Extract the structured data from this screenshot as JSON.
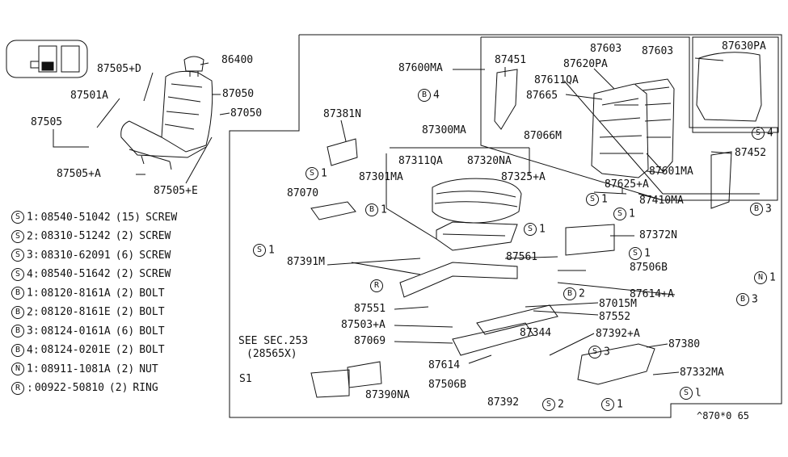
{
  "parts": {
    "p86400": "86400",
    "p87505d": "87505+D",
    "p87050a": "87050",
    "p87050b": "87050",
    "p87501a": "87501A",
    "p87505": "87505",
    "p87505a": "87505+A",
    "p87505e": "87505+E",
    "p87381n": "87381N",
    "p87300ma": "87300MA",
    "p87311qa": "87311QA",
    "p87320na": "87320NA",
    "p87301ma": "87301MA",
    "p87325a": "87325+A",
    "p87070": "87070",
    "p87391m": "87391M",
    "p87551": "87551",
    "p87503a": "87503+A",
    "p87069": "87069",
    "p87614": "87614",
    "p87506b_low": "87506B",
    "p87392": "87392",
    "p87344": "87344",
    "p87392a": "87392+A",
    "p87380": "87380",
    "p87332ma": "87332MA",
    "p87552": "87552",
    "p87015m": "87015M",
    "p87614a": "87614+A",
    "p87506b": "87506B",
    "p87561": "87561",
    "p87372n": "87372N",
    "p87600ma": "87600MA",
    "p87451": "87451",
    "p87603a": "87603",
    "p87603b": "87603",
    "p87620pa": "87620PA",
    "p87611qa": "87611QA",
    "p87665": "87665",
    "p87066m": "87066M",
    "p87601ma": "87601MA",
    "p87625a": "87625+A",
    "p87410ma": "87410MA",
    "p87630pa": "87630PA",
    "p87452": "87452",
    "p87390na": "87390NA",
    "see_sec": "SEE SEC.253",
    "see_sec_sub": "(28565X)"
  },
  "callouts": {
    "s1_a": {
      "sym": "S",
      "num": "1"
    },
    "s1_b": {
      "sym": "S",
      "num": "1"
    },
    "s1_c": {
      "sym": "S",
      "num": "1"
    },
    "s1_d": {
      "sym": "S",
      "num": "1"
    },
    "s1_e": {
      "sym": "S",
      "num": "1"
    },
    "s1_f": {
      "sym": "S",
      "num": "1"
    },
    "s1_g": {
      "sym": "S",
      "num": "l"
    },
    "s2_a": {
      "sym": "S",
      "num": "2"
    },
    "s3_a": {
      "sym": "S",
      "num": "3"
    },
    "s4_a": {
      "sym": "S",
      "num": "4"
    },
    "b1_a": {
      "sym": "B",
      "num": "1"
    },
    "b2_a": {
      "sym": "B",
      "num": "2"
    },
    "b3_a": {
      "sym": "B",
      "num": "3"
    },
    "b3_b": {
      "sym": "B",
      "num": "3"
    },
    "b4_a": {
      "sym": "B",
      "num": "4"
    },
    "n1_a": {
      "sym": "N",
      "num": "1"
    },
    "r_a": {
      "sym": "R",
      "num": ""
    },
    "s1_plain": "S1"
  },
  "legend": [
    {
      "sym": "S",
      "num": "1",
      "code": "08540-51042",
      "qty": "(15)",
      "name": "SCREW"
    },
    {
      "sym": "S",
      "num": "2",
      "code": "08310-51242",
      "qty": "(2)",
      "name": "SCREW"
    },
    {
      "sym": "S",
      "num": "3",
      "code": "08310-62091",
      "qty": "(6)",
      "name": "SCREW"
    },
    {
      "sym": "S",
      "num": "4",
      "code": "08540-51642",
      "qty": "(2)",
      "name": "SCREW"
    },
    {
      "sym": "B",
      "num": "1",
      "code": "08120-8161A",
      "qty": "(2)",
      "name": "BOLT"
    },
    {
      "sym": "B",
      "num": "2",
      "code": "08120-8161E",
      "qty": "(2)",
      "name": "BOLT"
    },
    {
      "sym": "B",
      "num": "3",
      "code": "08124-0161A",
      "qty": "(6)",
      "name": "BOLT"
    },
    {
      "sym": "B",
      "num": "4",
      "code": "08124-0201E",
      "qty": "(2)",
      "name": "BOLT"
    },
    {
      "sym": "N",
      "num": "1",
      "code": "08911-1081A",
      "qty": "(2)",
      "name": "NUT"
    },
    {
      "sym": "R",
      "num": "",
      "code": "00922-50810",
      "qty": "(2)",
      "name": "RING"
    }
  ],
  "footer": "^870*0 65"
}
